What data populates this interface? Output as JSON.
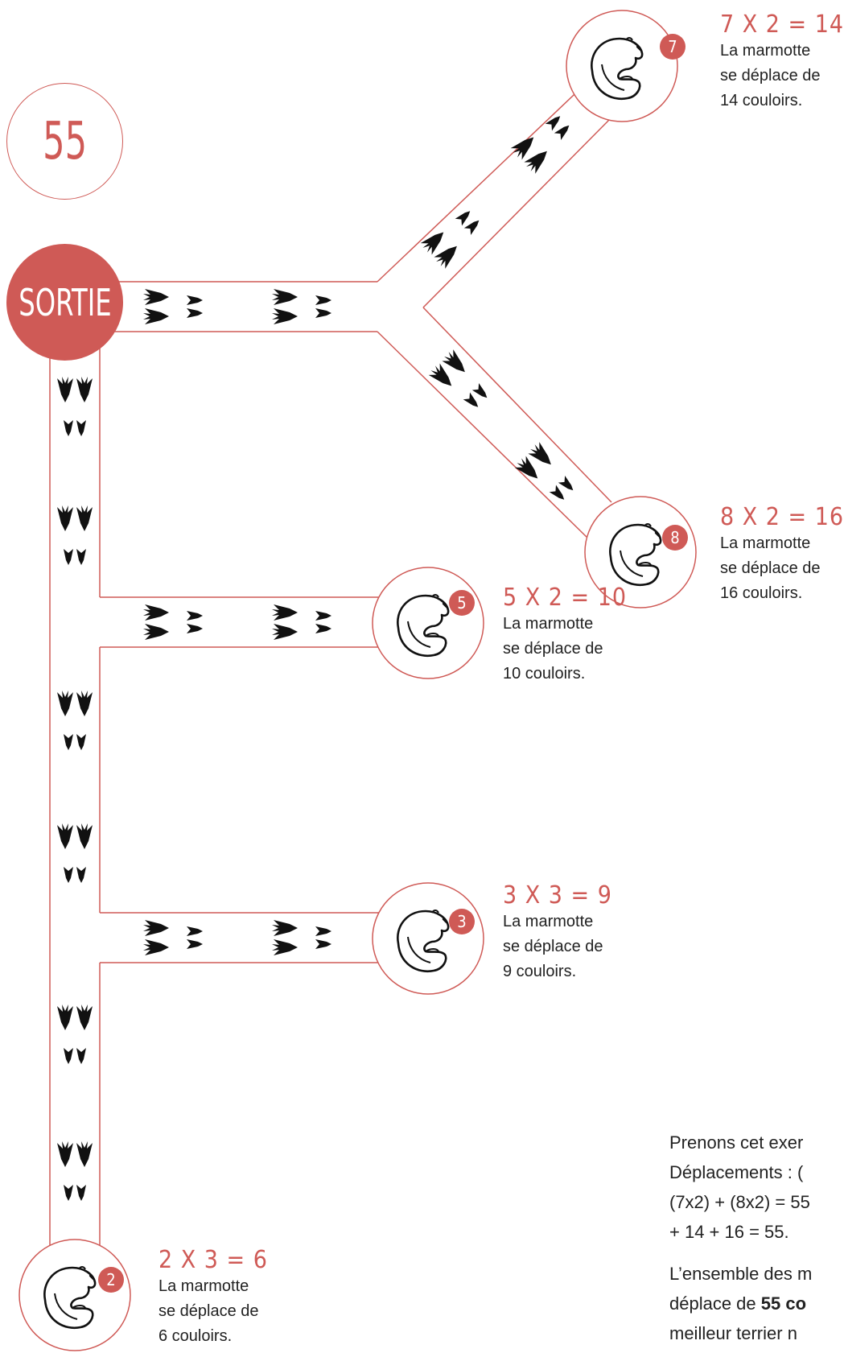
{
  "total": "55",
  "exit_label": "SORTIE",
  "burrows": [
    {
      "number": "7",
      "equation": "7 X 2 = 14",
      "lines": [
        "La marmotte",
        "se déplace de",
        "14 couloirs."
      ]
    },
    {
      "number": "8",
      "equation": "8 X 2 = 16",
      "lines": [
        "La marmotte",
        "se déplace de",
        "16 couloirs."
      ]
    },
    {
      "number": "5",
      "equation": "5 X 2 = 10",
      "lines": [
        "La marmotte",
        "se déplace de",
        "10 couloirs."
      ]
    },
    {
      "number": "3",
      "equation": "3 X 3 = 9",
      "lines": [
        "La marmotte",
        "se déplace de",
        "9 couloirs."
      ]
    },
    {
      "number": "2",
      "equation": "2 X 3 = 6",
      "lines": [
        "La marmotte",
        "se déplace de",
        "6 couloirs."
      ]
    }
  ],
  "explanation": {
    "line1": "Prenons cet exer",
    "line2": "Déplacements : (",
    "line3": "(7x2) + (8x2) = 55",
    "line4": "+ 14 + 16 = 55.",
    "line5": "L’ensemble des m",
    "line6_prefix": "déplace de ",
    "line6_bold": "55 co",
    "line7": "meilleur terrier n"
  },
  "colors": {
    "accent": "#cf5a56",
    "ink": "#111111",
    "text": "#222222"
  }
}
